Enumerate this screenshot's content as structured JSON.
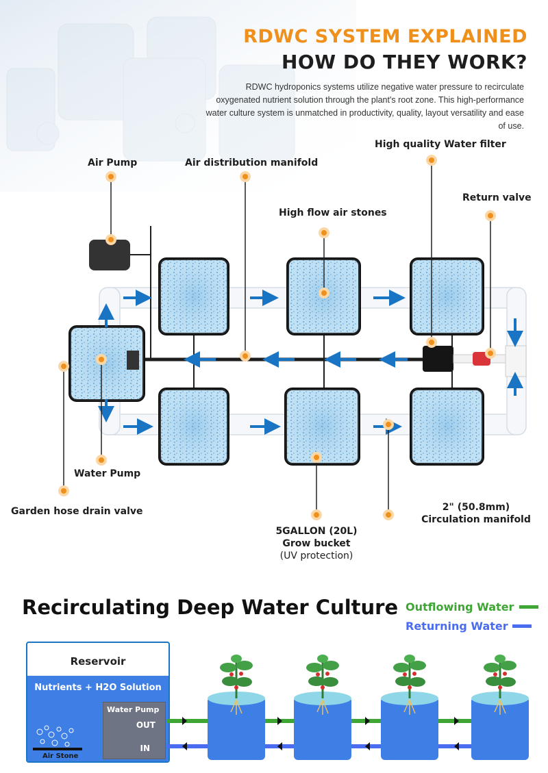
{
  "header": {
    "title": "RDWC SYSTEM EXPLAINED",
    "subtitle": "HOW DO THEY WORK?",
    "description": "RDWC hydroponics systems utilize negative water pressure to recirculate oxygenated nutrient solution through the plant's root zone. This high-performance water culture system is unmatched in productivity, quality, layout versatility and ease of use."
  },
  "labels": {
    "air_pump": "Air Pump",
    "air_manifold": "Air distribution manifold",
    "water_filter": "High quality Water filter",
    "air_stones": "High flow air stones",
    "return_valve": "Return valve",
    "water_pump": "Water Pump",
    "drain_valve": "Garden hose drain valve",
    "bucket_line1": "5GALLON (20L)",
    "bucket_line2": "Grow bucket",
    "bucket_line3": "(UV protection)",
    "manifold_line1": "2\" (50.8mm)",
    "manifold_line2": "Circulation manifold"
  },
  "section2": {
    "title": "Recirculating Deep Water Culture",
    "legend_out": "Outflowing Water",
    "legend_in": "Returning Water",
    "reservoir": "Reservoir",
    "solution": "Nutrients + H2O Solution",
    "water_pump": "Water Pump",
    "out": "OUT",
    "in": "IN",
    "air_stone": "Air Stone"
  },
  "colors": {
    "accent_orange": "#f0901c",
    "outflow_green": "#3fa535",
    "return_blue": "#4a6cf0",
    "water_blue": "#3e7fe6",
    "flow_arrow": "#1a74c4"
  }
}
